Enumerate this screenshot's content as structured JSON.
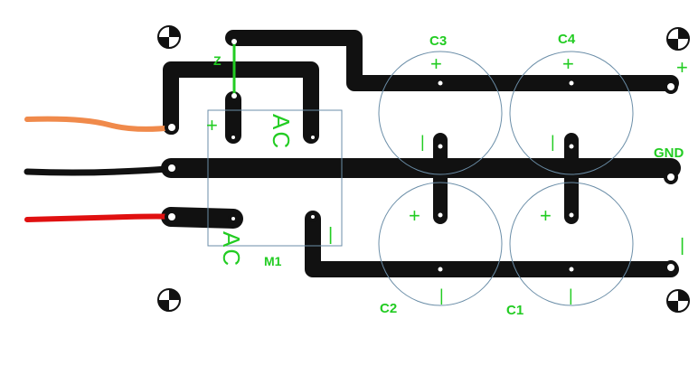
{
  "labels": {
    "z": "Z",
    "c1": "C1",
    "c2": "C2",
    "c3": "C3",
    "c4": "C4",
    "m1": "M1",
    "gnd": "GND",
    "plus_out": "+",
    "minus_out": "|",
    "ac_top": "AC",
    "ac_bottom": "AC",
    "bridge_plus": "+",
    "bridge_minus": "|",
    "c3_plus": "+",
    "c3_minus": "|",
    "c4_plus": "+",
    "c4_minus": "|",
    "c2_plus": "+",
    "c2_minus": "|",
    "c1_plus": "+",
    "c1_minus": "|"
  },
  "colors": {
    "trace": "#111111",
    "silkscreen": "#22cc22",
    "outline": "#6b8ea8",
    "wire_orange": "#f08a4b",
    "wire_black": "#111111",
    "wire_red": "#e01010",
    "jumper": "#22cc22"
  },
  "icons": {
    "mounting_mark": "registration-target-icon"
  }
}
